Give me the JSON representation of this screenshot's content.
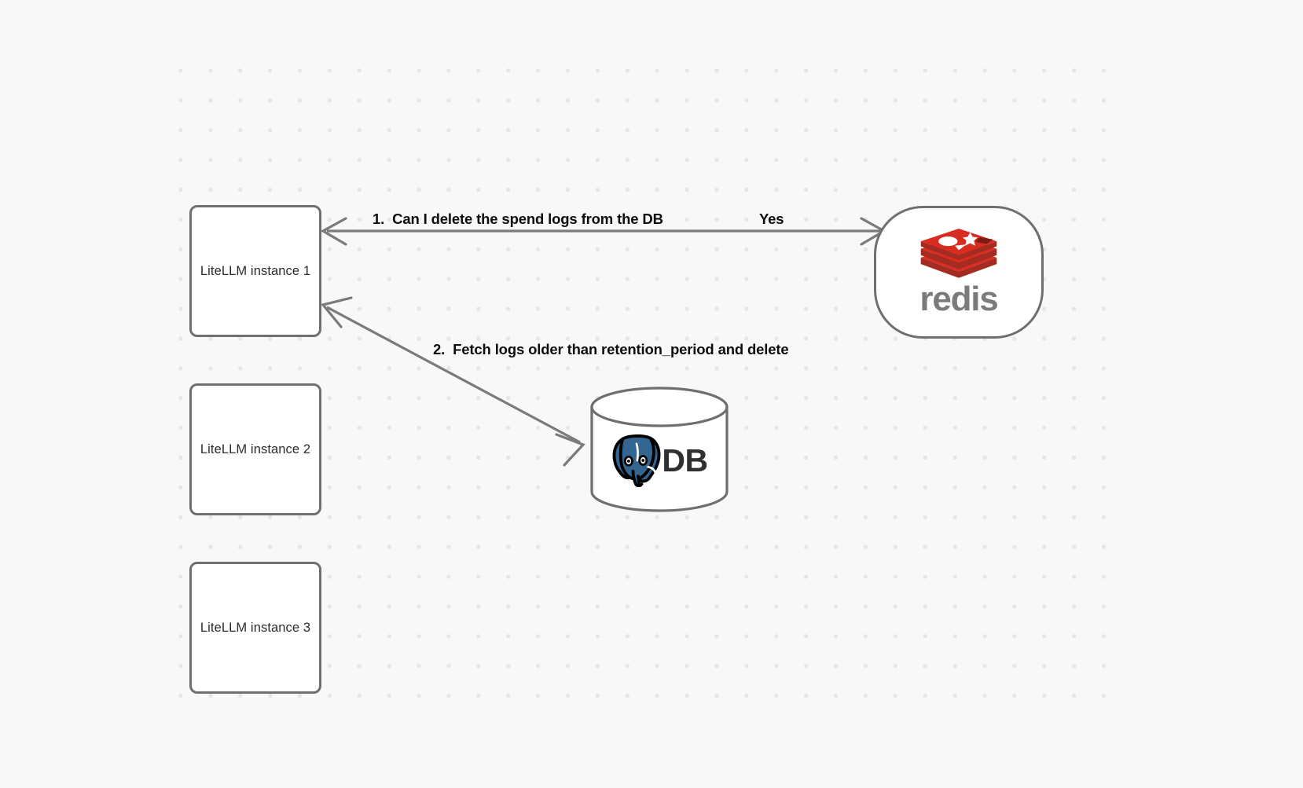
{
  "diagram": {
    "title": "LiteLLM spend log deletion flow",
    "background_color": "#f8f8f8",
    "grid_dot_color": "#e6e6e6",
    "stroke_color": "#6f6f6f",
    "nodes": {
      "instances": [
        {
          "id": "litellm-instance-1",
          "label": "LiteLLM instance 1"
        },
        {
          "id": "litellm-instance-2",
          "label": "LiteLLM instance 2"
        },
        {
          "id": "litellm-instance-3",
          "label": "LiteLLM instance 3"
        }
      ],
      "redis": {
        "id": "redis-node",
        "wordmark": "redis",
        "logo_name": "redis-logo-icon",
        "logo_color": "#d82c20",
        "wordmark_color": "#7b7b7b"
      },
      "database": {
        "id": "postgres-db-node",
        "label": "DB",
        "logo_name": "postgresql-elephant-icon",
        "logo_color": "#336791"
      }
    },
    "edges": [
      {
        "id": "edge-instance1-redis",
        "label": "1.  Can I delete the spend logs from the DB",
        "answer": "Yes",
        "from": "litellm-instance-1",
        "to": "redis-node",
        "arrowheads": "both"
      },
      {
        "id": "edge-instance1-db",
        "label": "2.  Fetch logs older than retention_period and delete",
        "from": "litellm-instance-1",
        "to": "postgres-db-node",
        "arrowheads": "both"
      }
    ]
  }
}
